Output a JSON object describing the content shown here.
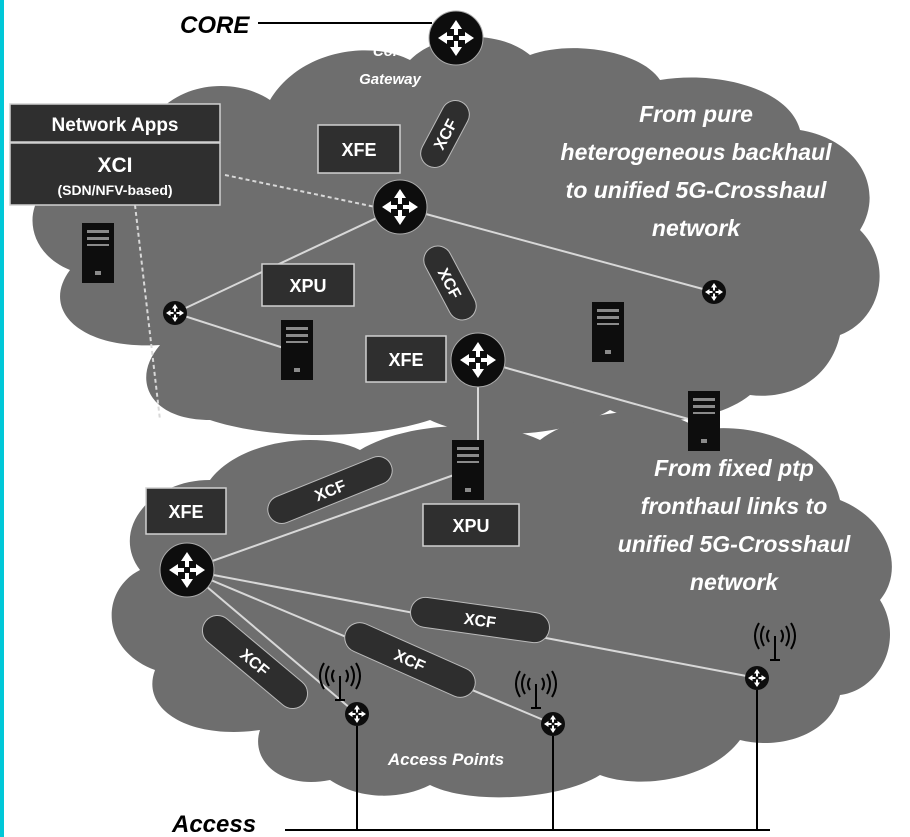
{
  "colors": {
    "cloud": "#6e6e6e",
    "box": "#3a3a3a",
    "router": "#0d0d0d",
    "link": "#d8d8d8",
    "left_border": "#00c8d8"
  },
  "labels": {
    "core": "CORE",
    "core_gateway_line1": "Core",
    "core_gateway_line2": "Gateway",
    "network_apps": "Network Apps",
    "xci": "XCI",
    "xci_sub": "(SDN/NFV-based)",
    "backhaul_text": [
      "From pure",
      "heterogeneous backhaul",
      "to unified 5G-Crosshaul",
      "network"
    ],
    "fronthaul_text": [
      "From fixed ptp",
      "fronthaul links to",
      "unified 5G-Crosshaul",
      "network"
    ],
    "access_points": "Access Points",
    "access": "Access"
  },
  "boxes": {
    "xfe_top": "XFE",
    "xpu_top": "XPU",
    "xfe_mid": "XFE",
    "xfe_left": "XFE",
    "xpu_bottom": "XPU"
  },
  "xcf_pills": [
    "XCF",
    "XCF",
    "XCF",
    "XCF",
    "XCF",
    "XCF"
  ],
  "icons": [
    "router-icon",
    "server-icon",
    "antenna-icon"
  ]
}
